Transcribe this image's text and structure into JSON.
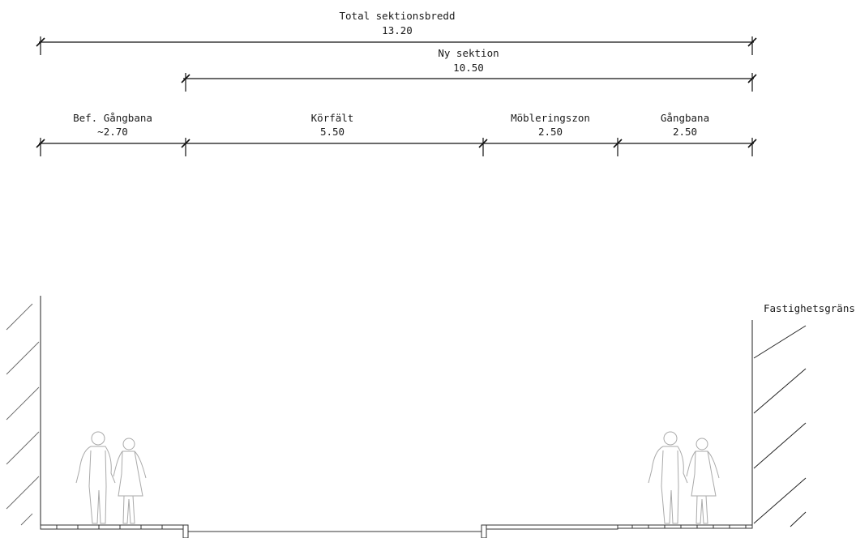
{
  "dimensions": {
    "total": {
      "title": "Total sektionsbredd",
      "value": "13.20"
    },
    "new_section": {
      "title": "Ny sektion",
      "value": "10.50"
    },
    "segments": [
      {
        "title": "Bef. Gångbana",
        "value": "~2.70"
      },
      {
        "title": "Körfält",
        "value": "5.50"
      },
      {
        "title": "Möbleringszon",
        "value": "2.50"
      },
      {
        "title": "Gångbana",
        "value": "2.50"
      }
    ]
  },
  "labels": {
    "property_boundary": "Fastighetsgräns"
  }
}
